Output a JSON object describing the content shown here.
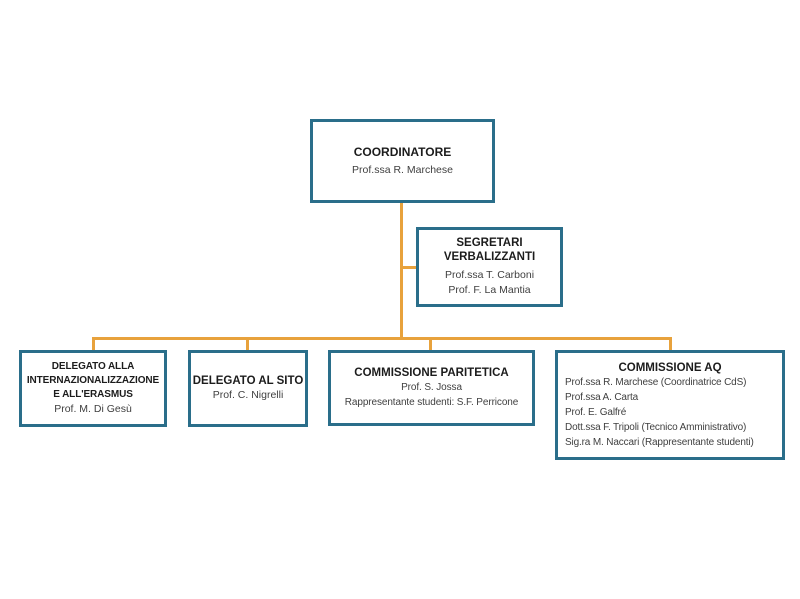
{
  "colors": {
    "box_border": "#2A6E8A",
    "connector": "#E8A23C",
    "title_text": "#1c1c1c",
    "member_text": "#3f3f3f",
    "background": "#ffffff"
  },
  "org": {
    "coordinatore": {
      "title": "COORDINATORE",
      "member1": "Prof.ssa R. Marchese"
    },
    "segretari": {
      "title_line1": "SEGRETARI",
      "title_line2": "VERBALIZZANTI",
      "member1": "Prof.ssa T. Carboni",
      "member2": "Prof. F. La Mantia"
    },
    "delegato_internazionalizzazione": {
      "title_line1": "DELEGATO ALLA",
      "title_line2": "INTERNAZIONALIZZAZIONE",
      "title_line3": "E ALL'ERASMUS",
      "member1": "Prof. M. Di Gesù"
    },
    "delegato_sito": {
      "title": "DELEGATO AL SITO",
      "member1": "Prof. C. Nigrelli"
    },
    "commissione_paritetica": {
      "title": "COMMISSIONE PARITETICA",
      "member1": "Prof. S. Jossa",
      "member2": "Rappresentante studenti: S.F. Perricone"
    },
    "commissione_aq": {
      "title": "COMMISSIONE AQ",
      "member1": "Prof.ssa R. Marchese (Coordinatrice CdS)",
      "member2": "Prof.ssa A. Carta",
      "member3": "Prof.  E. Galfré",
      "member4": "Dott.ssa F. Tripoli (Tecnico Amministrativo)",
      "member5": "Sig.ra M. Naccari (Rappresentante studenti)"
    }
  }
}
